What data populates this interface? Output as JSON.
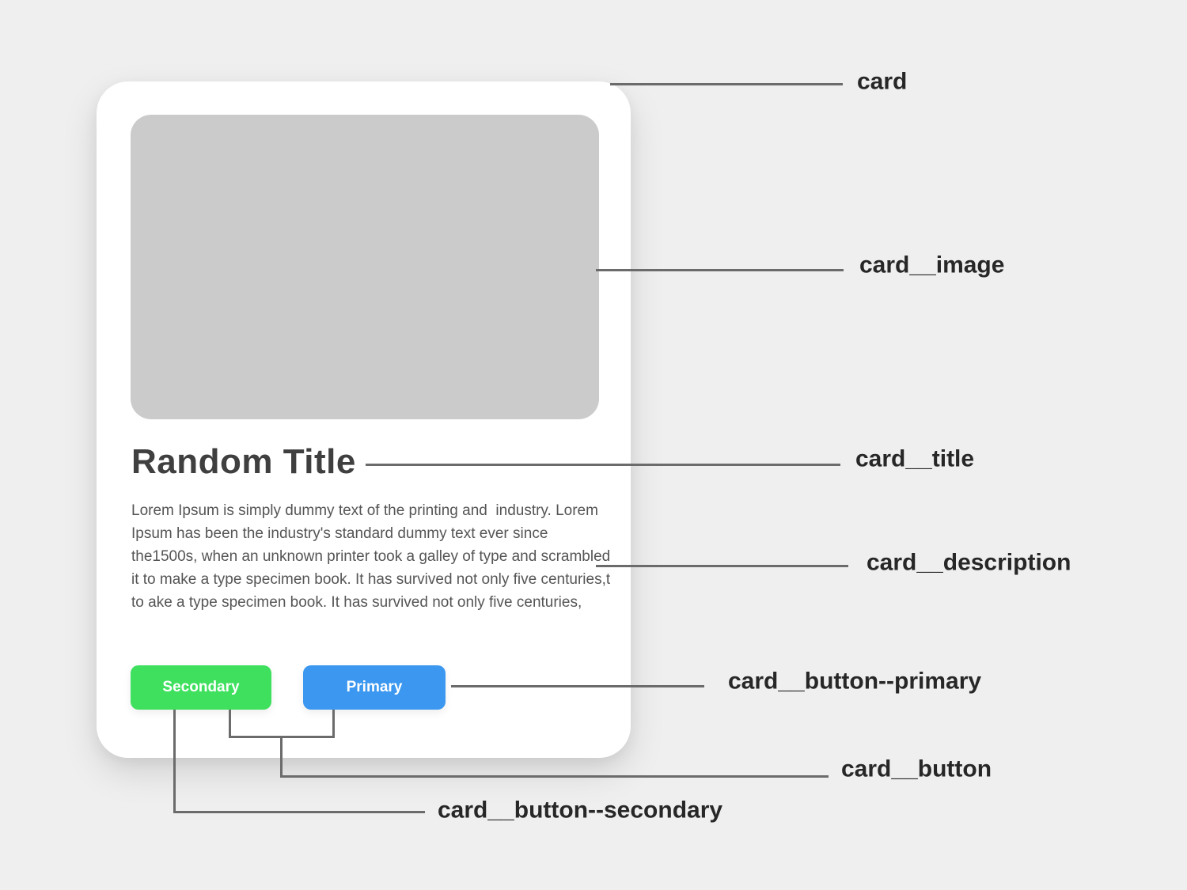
{
  "page": {
    "background_color": "#efefef",
    "annotation_line_color": "#6b6b6b",
    "annotation_text_color": "#272727"
  },
  "card": {
    "background_color": "#ffffff",
    "image_placeholder_color": "#cbcbcb",
    "title": "Random Title",
    "description": "Lorem Ipsum is simply dummy text of the printing and  industry. Lorem Ipsum has been the industry's standard dummy text ever since the1500s, when an unknown printer took a galley of type and scrambled it to make a type specimen book. It has survived not only five centuries,t to ake a type specimen book. It has survived not only five centuries,",
    "buttons": [
      {
        "label": "Secondary",
        "variant": "secondary",
        "color": "#3ee05e"
      },
      {
        "label": "Primary",
        "variant": "primary",
        "color": "#3b97ef"
      }
    ]
  },
  "annotations": {
    "labels": [
      {
        "text": "card"
      },
      {
        "text": "card__image"
      },
      {
        "text": "card__title"
      },
      {
        "text": "card__description"
      },
      {
        "text": "card__button--primary"
      },
      {
        "text": "card__button"
      },
      {
        "text": "card__button--secondary"
      }
    ]
  }
}
